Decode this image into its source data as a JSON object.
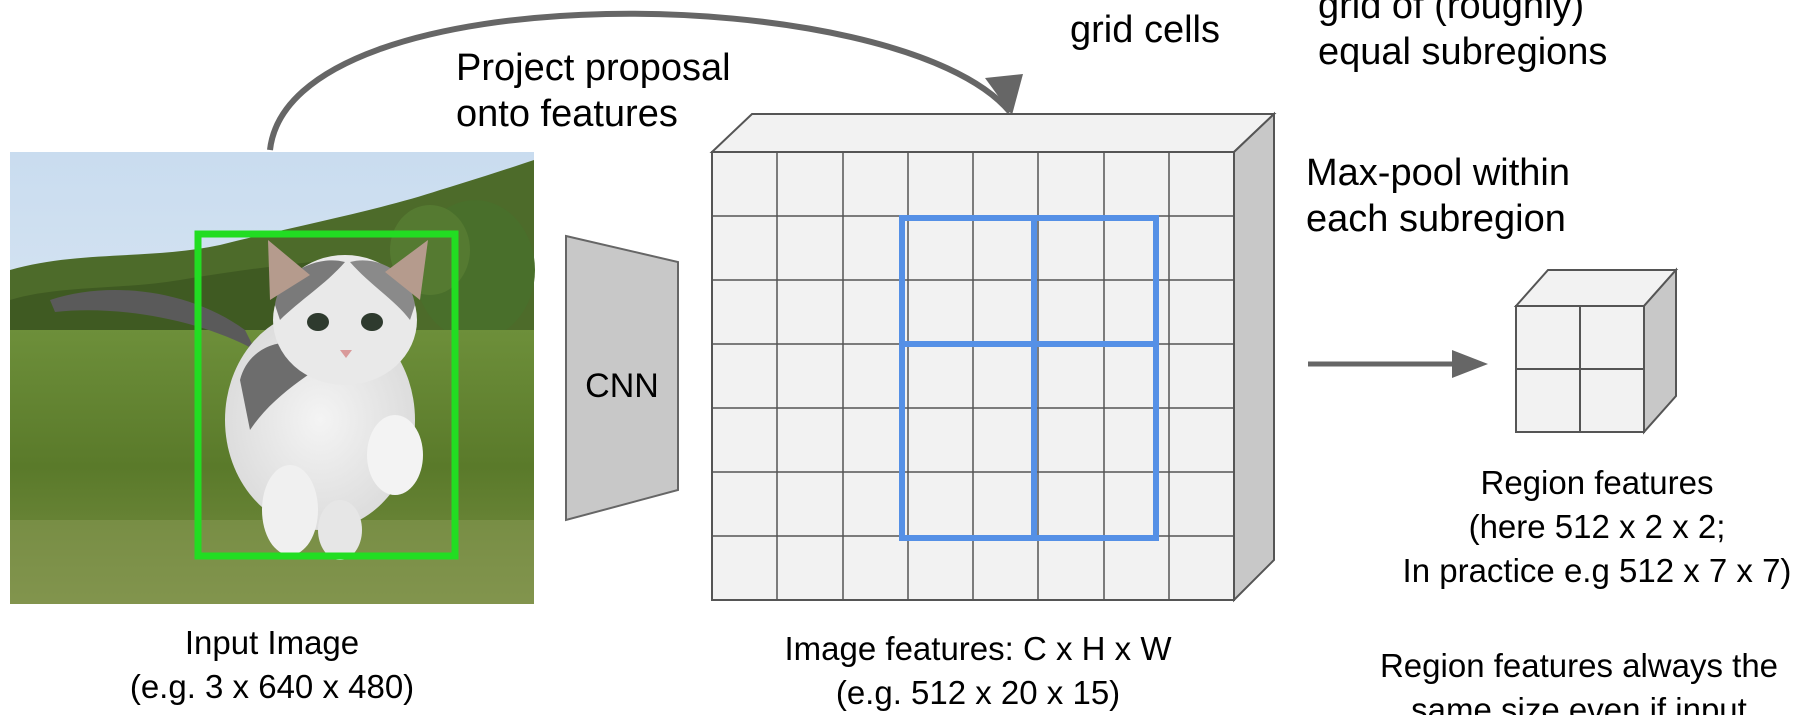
{
  "diagram": {
    "arrow_label": {
      "line1": "Project proposal",
      "line2": "onto features"
    },
    "top_middle_label": {
      "line1": "grid cells"
    },
    "top_right_label": {
      "line1": "grid of (roughly)",
      "line2": "equal subregions"
    },
    "maxpool_label": {
      "line1": "Max-pool within",
      "line2": "each subregion"
    },
    "cnn_label": "CNN",
    "input_image": {
      "caption_line1": "Input Image",
      "caption_line2": "(e.g. 3 x 640 x 480)"
    },
    "feature_map": {
      "caption_line1": "Image features: C x H x W",
      "caption_line2": "(e.g. 512 x 20 x 15)",
      "grid_cols": 8,
      "grid_rows": 7
    },
    "region_features": {
      "caption_line1": "Region features",
      "caption_line2": "(here 512 x 2 x 2;",
      "caption_line3": "In practice e.g 512 x 7 x 7)"
    },
    "bottom_right_note": {
      "line1": "Region features always the",
      "line2": "same size even if input"
    },
    "colors": {
      "proposal_box": "#22dd22",
      "projection_grid": "#5590e6",
      "arrow": "#666666",
      "face_light": "#f2f2f2",
      "face_dark": "#c8c8c8",
      "grid_line": "#555555"
    }
  }
}
